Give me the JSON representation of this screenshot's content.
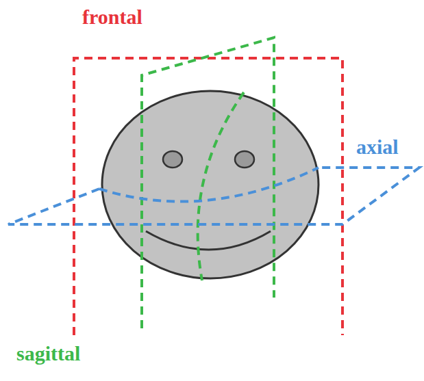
{
  "diagram": {
    "labels": [
      "frontal",
      "axial",
      "sagittal"
    ]
  }
}
